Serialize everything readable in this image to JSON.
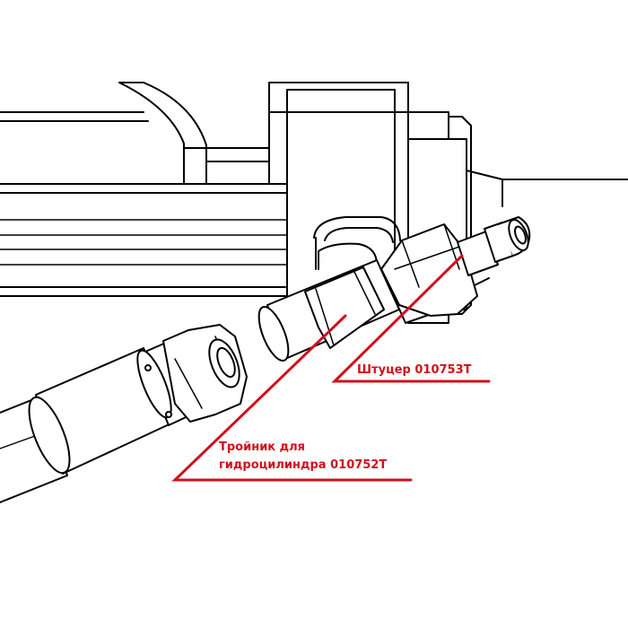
{
  "callouts": {
    "fitting": {
      "text": "Штуцер 010753T"
    },
    "tee": {
      "line1": "Тройник для",
      "line2": "гидроцилиндра 010752T"
    }
  },
  "colors": {
    "line": "#000000",
    "callout": "#d0101c",
    "background": "#ffffff",
    "hatch": "#d9d9d9"
  }
}
